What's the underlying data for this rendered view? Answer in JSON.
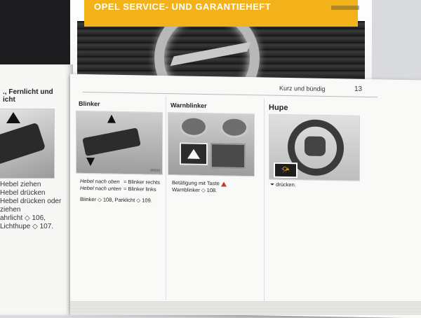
{
  "service_book": {
    "title": "OPEL SERVICE- UND GARANTIEHEFT"
  },
  "left_page": {
    "heading_line1": "., Fernlicht und",
    "heading_line2": "icht",
    "list": [
      "Hebel ziehen",
      "Hebel drücken",
      "Hebel drücken oder",
      "ziehen",
      "ahrlicht ◇ 106,",
      "Lichthupe ◇ 107."
    ]
  },
  "right_page": {
    "header": "Kurz und bündig",
    "page_number": "13",
    "columns": {
      "blinker": {
        "title": "Blinker",
        "image_code": "86000",
        "rows": [
          {
            "label": "Hebel nach oben",
            "value": "= Blinker rechts"
          },
          {
            "label": "Hebel nach unten",
            "value": "= Blinker links"
          }
        ],
        "refs": "Blinker ◇ 108, Parklicht ◇ 109."
      },
      "warnblinker": {
        "title": "Warnblinker",
        "text_line1": "Betätigung mit Taste",
        "text_line2": "Warnblinker ◇ 108."
      },
      "hupe": {
        "title": "Hupe",
        "horn_symbol": "📯",
        "text": "drücken."
      }
    }
  }
}
